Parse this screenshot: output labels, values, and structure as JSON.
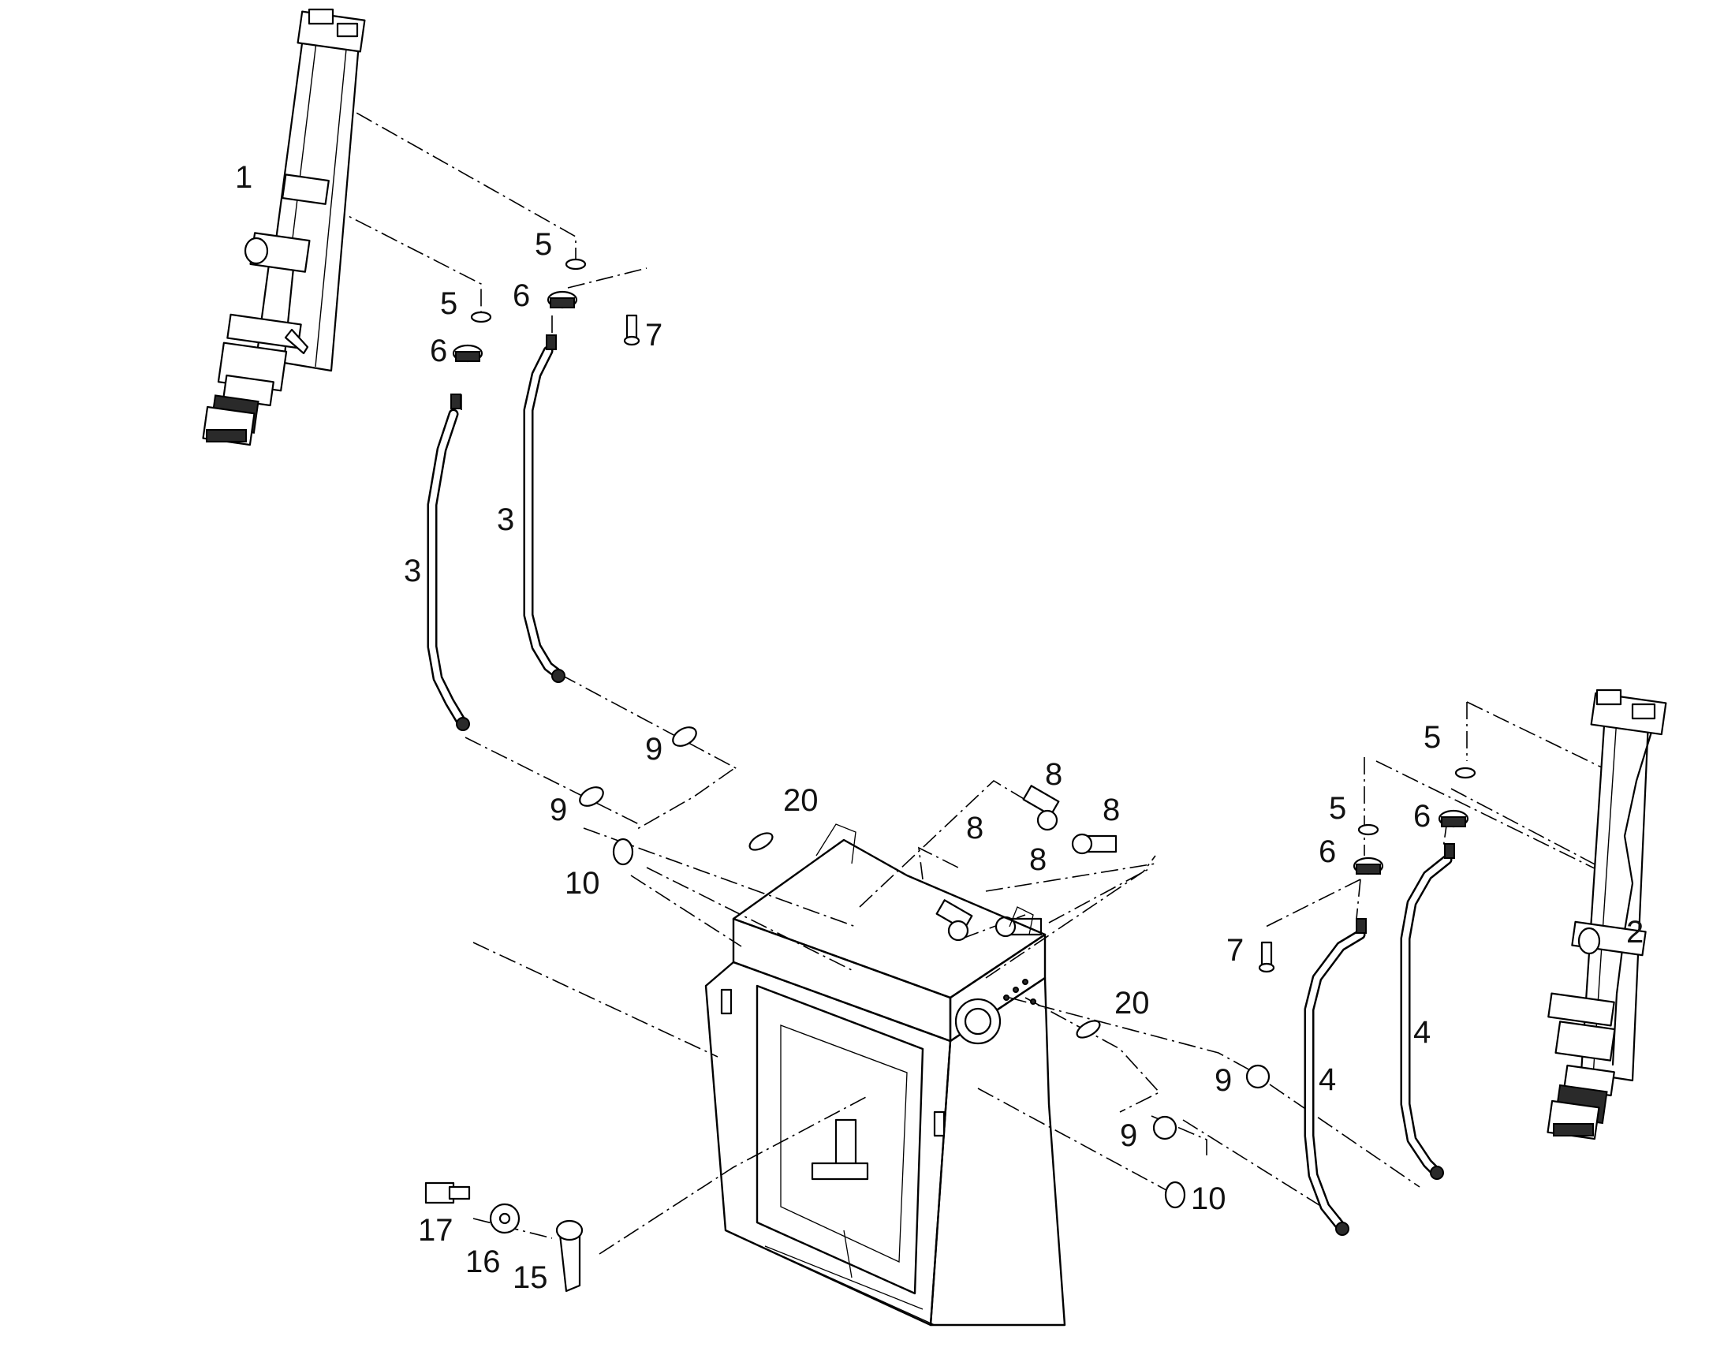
{
  "callouts": [
    {
      "id": "c1",
      "text": "1"
    },
    {
      "id": "c2",
      "text": "2"
    },
    {
      "id": "c3a",
      "text": "3"
    },
    {
      "id": "c3b",
      "text": "3"
    },
    {
      "id": "c4a",
      "text": "4"
    },
    {
      "id": "c4b",
      "text": "4"
    },
    {
      "id": "c5a",
      "text": "5"
    },
    {
      "id": "c5b",
      "text": "5"
    },
    {
      "id": "c5c",
      "text": "5"
    },
    {
      "id": "c5d",
      "text": "5"
    },
    {
      "id": "c6a",
      "text": "6"
    },
    {
      "id": "c6b",
      "text": "6"
    },
    {
      "id": "c6c",
      "text": "6"
    },
    {
      "id": "c6d",
      "text": "6"
    },
    {
      "id": "c7a",
      "text": "7"
    },
    {
      "id": "c7b",
      "text": "7"
    },
    {
      "id": "c8a",
      "text": "8"
    },
    {
      "id": "c8b",
      "text": "8"
    },
    {
      "id": "c8c",
      "text": "8"
    },
    {
      "id": "c8d",
      "text": "8"
    },
    {
      "id": "c9a",
      "text": "9"
    },
    {
      "id": "c9b",
      "text": "9"
    },
    {
      "id": "c9c",
      "text": "9"
    },
    {
      "id": "c9d",
      "text": "9"
    },
    {
      "id": "c10a",
      "text": "10"
    },
    {
      "id": "c10b",
      "text": "10"
    },
    {
      "id": "c15",
      "text": "15"
    },
    {
      "id": "c16",
      "text": "16"
    },
    {
      "id": "c17",
      "text": "17"
    },
    {
      "id": "c20a",
      "text": "20"
    },
    {
      "id": "c20b",
      "text": "20"
    }
  ]
}
